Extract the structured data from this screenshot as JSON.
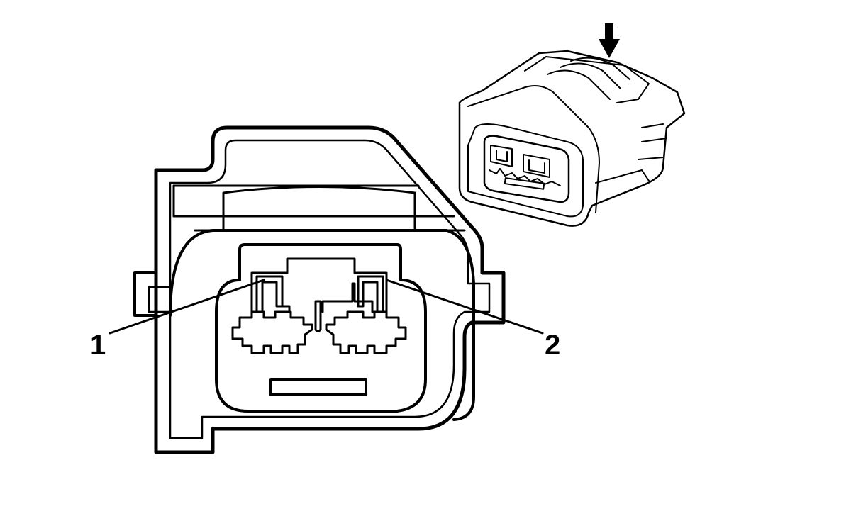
{
  "callouts": [
    {
      "id": "pin-1",
      "label": "1"
    },
    {
      "id": "pin-2",
      "label": "2"
    }
  ],
  "colors": {
    "ink": "#000000",
    "background": "#ffffff"
  },
  "icons": {
    "insertion_direction": "down-arrow-icon"
  }
}
